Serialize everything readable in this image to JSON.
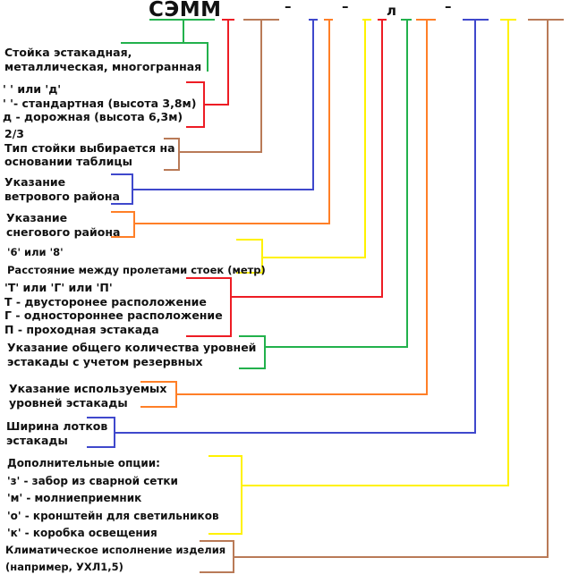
{
  "code": {
    "prefix": "СЭММ",
    "separators": [
      "–",
      "–",
      "–"
    ],
    "letter": "л"
  },
  "colors": {
    "green": "#22b14c",
    "red": "#ed1c24",
    "brown": "#b97a57",
    "blue": "#3f48cc",
    "orange": "#ff7f27",
    "yellow": "#fff200"
  },
  "descriptions": [
    {
      "id": "type",
      "color": "green",
      "lines": [
        "Стойка эстакадная,",
        "металлическая, многогранная"
      ]
    },
    {
      "id": "height",
      "color": "red",
      "lines": [
        "'  ' или 'д'",
        "'  '- стандартная (высота 3,8м)",
        "д - дорожная (высота 6,3м)"
      ]
    },
    {
      "id": "post-type",
      "color": "brown",
      "lines": [
        "2/3",
        "Тип стойки выбирается на",
        "основании таблицы"
      ]
    },
    {
      "id": "wind",
      "color": "blue",
      "lines": [
        "Указание",
        "ветрового района"
      ]
    },
    {
      "id": "snow",
      "color": "orange",
      "lines": [
        "Указание",
        "снегового района"
      ]
    },
    {
      "id": "span",
      "color": "yellow",
      "lines": [
        "'6' или '8'",
        "Расстояние между пролетами стоек (метр)"
      ]
    },
    {
      "id": "layout",
      "color": "red",
      "lines": [
        "'Т' или 'Г' или 'П'",
        "Т - двусторонее расположение",
        "Г - одностороннее расположение",
        "П - проходная эстакада"
      ]
    },
    {
      "id": "levels-total",
      "color": "green",
      "lines": [
        "Указание общего количества уровней",
        "эстакады с учетом резервных"
      ]
    },
    {
      "id": "levels-used",
      "color": "orange",
      "lines": [
        "Указание используемых",
        "уровней эстакады"
      ]
    },
    {
      "id": "tray-width",
      "color": "blue",
      "lines": [
        "Ширина лотков",
        "эстакады"
      ]
    },
    {
      "id": "options",
      "color": "yellow",
      "lines": [
        "Дополнительные опции:",
        "'з' - забор из сварной сетки",
        "'м' - молниеприемник",
        "'о' - кронштейн для светильников",
        "'к' - коробка освещения"
      ]
    },
    {
      "id": "climate",
      "color": "brown",
      "lines": [
        "Климатическое исполнение изделия",
        "(например, УХЛ1,5)"
      ]
    }
  ]
}
